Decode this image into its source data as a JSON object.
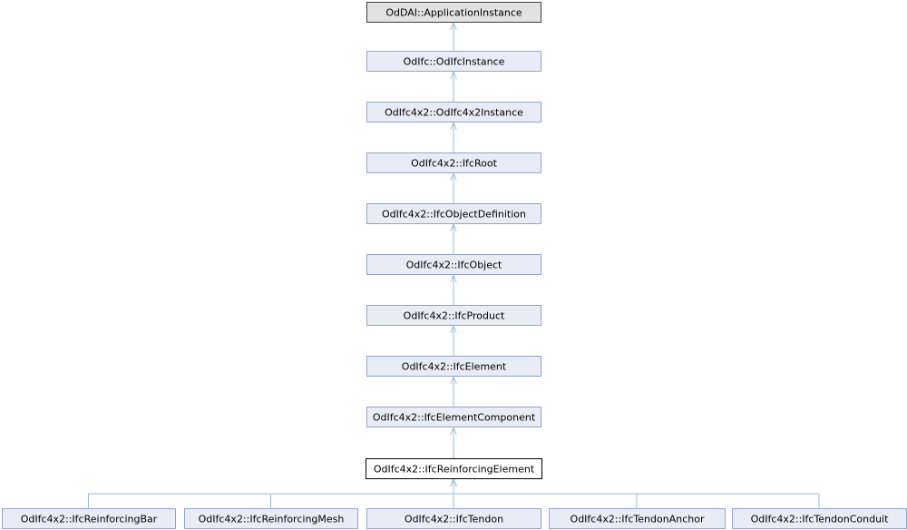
{
  "diagram": {
    "type": "class-inheritance-graph",
    "colors": {
      "node_fill": "#e8ecf6",
      "node_border": "#8fa5cf",
      "highlight_fill": "#ffffff",
      "highlight_border": "#000000",
      "root_fill": "#e2e2e2",
      "root_border": "#404040",
      "edge": "#95bfdf",
      "text": "#000000"
    },
    "nodes": [
      {
        "id": "n0",
        "label": "OdDAI::ApplicationInstance",
        "style": "root"
      },
      {
        "id": "n1",
        "label": "OdIfc::OdIfcInstance",
        "style": "normal"
      },
      {
        "id": "n2",
        "label": "OdIfc4x2::OdIfc4x2Instance",
        "style": "normal"
      },
      {
        "id": "n3",
        "label": "OdIfc4x2::IfcRoot",
        "style": "normal"
      },
      {
        "id": "n4",
        "label": "OdIfc4x2::IfcObjectDefinition",
        "style": "normal"
      },
      {
        "id": "n5",
        "label": "OdIfc4x2::IfcObject",
        "style": "normal"
      },
      {
        "id": "n6",
        "label": "OdIfc4x2::IfcProduct",
        "style": "normal"
      },
      {
        "id": "n7",
        "label": "OdIfc4x2::IfcElement",
        "style": "normal"
      },
      {
        "id": "n8",
        "label": "OdIfc4x2::IfcElementComponent",
        "style": "normal"
      },
      {
        "id": "n9",
        "label": "OdIfc4x2::IfcReinforcingElement",
        "style": "highlight"
      },
      {
        "id": "n10",
        "label": "OdIfc4x2::IfcReinforcingBar",
        "style": "normal"
      },
      {
        "id": "n11",
        "label": "OdIfc4x2::IfcReinforcingMesh",
        "style": "normal"
      },
      {
        "id": "n12",
        "label": "OdIfc4x2::IfcTendon",
        "style": "normal"
      },
      {
        "id": "n13",
        "label": "OdIfc4x2::IfcTendonAnchor",
        "style": "normal"
      },
      {
        "id": "n14",
        "label": "OdIfc4x2::IfcTendonConduit",
        "style": "normal"
      }
    ],
    "edges": [
      {
        "from": "n1",
        "to": "n0"
      },
      {
        "from": "n2",
        "to": "n1"
      },
      {
        "from": "n3",
        "to": "n2"
      },
      {
        "from": "n4",
        "to": "n3"
      },
      {
        "from": "n5",
        "to": "n4"
      },
      {
        "from": "n6",
        "to": "n5"
      },
      {
        "from": "n7",
        "to": "n6"
      },
      {
        "from": "n8",
        "to": "n7"
      },
      {
        "from": "n9",
        "to": "n8"
      },
      {
        "from": "n10",
        "to": "n9"
      },
      {
        "from": "n11",
        "to": "n9"
      },
      {
        "from": "n12",
        "to": "n9"
      },
      {
        "from": "n13",
        "to": "n9"
      },
      {
        "from": "n14",
        "to": "n9"
      }
    ]
  }
}
